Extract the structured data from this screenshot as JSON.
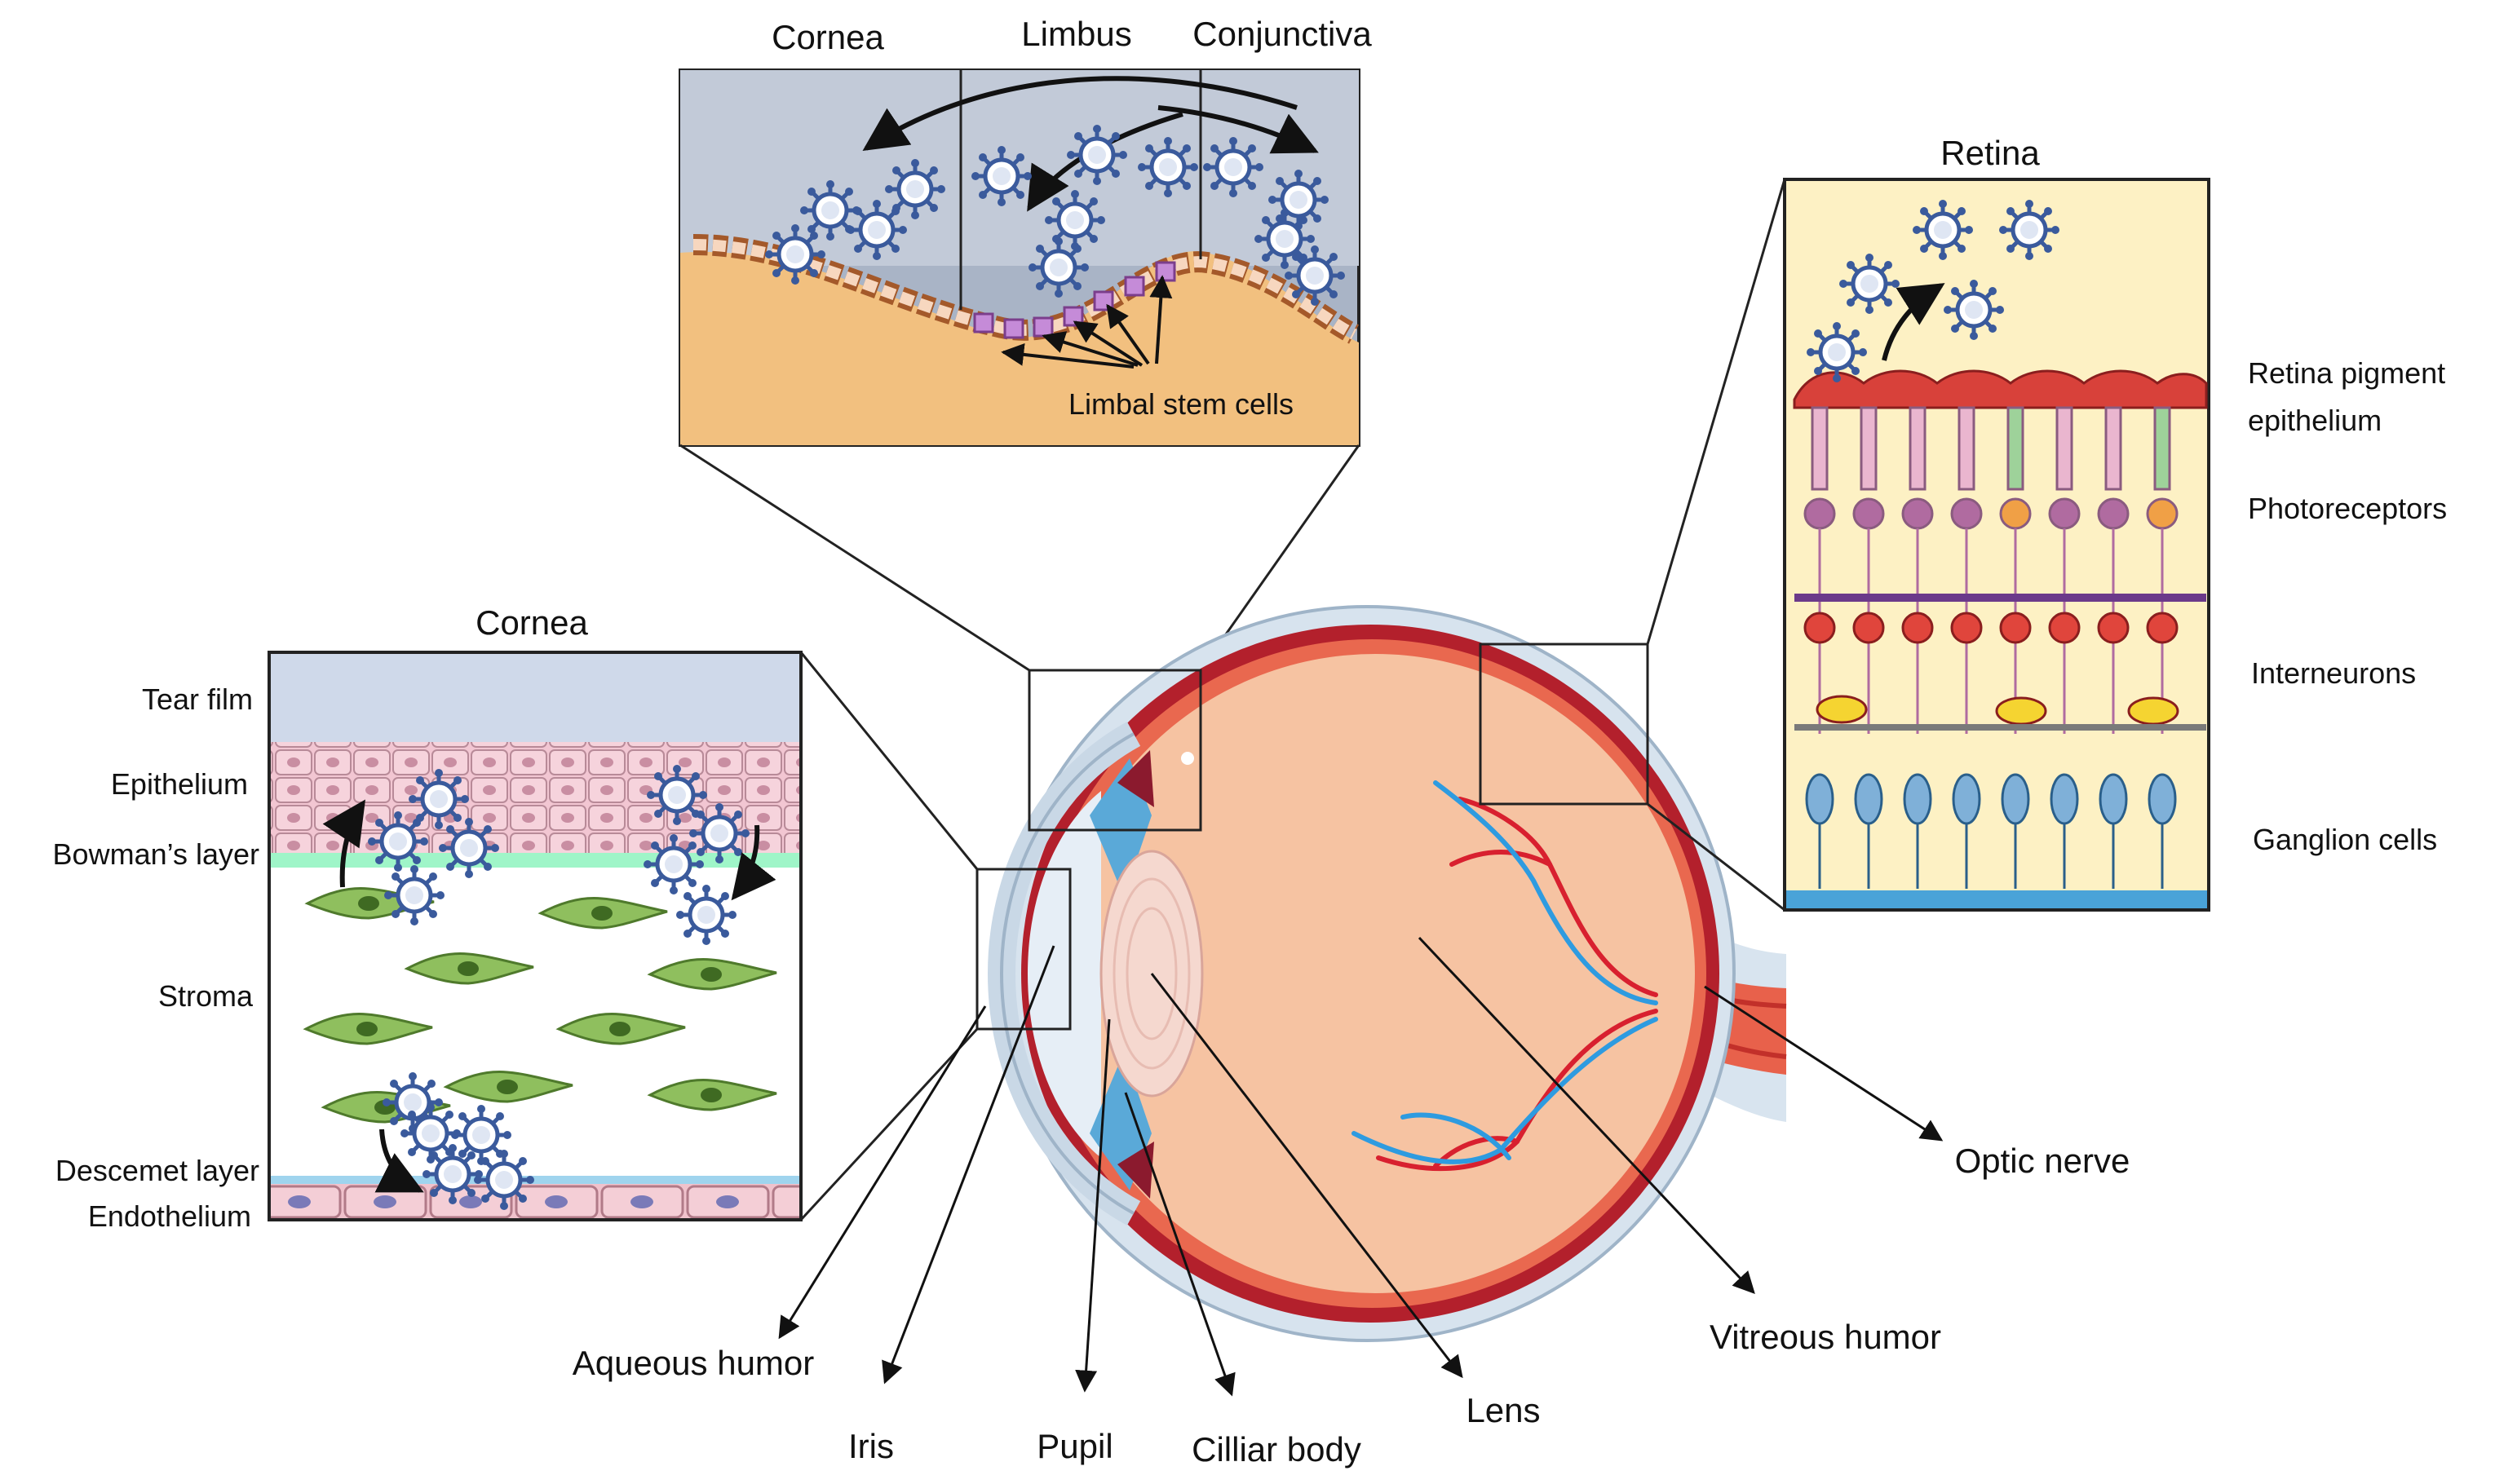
{
  "colors": {
    "tear_film": "#cfd9ea",
    "epithelium": "#f2c6d2",
    "bowman": "#9ff5c8",
    "stroma_cell": "#8fbf5e",
    "endothelium": "#f0c2cc",
    "virus": "#3a5a9c",
    "limbus_bg": "#a9b4c6",
    "tissue_orange": "#f2c07f",
    "retina_bg": "#fdf1c4",
    "vitreous": "#f6c3a2",
    "sclera": "#b7c9dc",
    "vessel_red": "#d8202f",
    "vessel_blue": "#2e9be0"
  },
  "panels": {
    "limbus": {
      "titles": [
        "Cornea",
        "Limbus",
        "Conjunctiva"
      ],
      "stem_label": "Limbal stem cells"
    },
    "cornea": {
      "title": "Cornea",
      "layers": [
        "Tear film",
        "Epithelium",
        "Bowman’s layer",
        "Stroma",
        "Descemet layer",
        "Endothelium"
      ]
    },
    "retina": {
      "title": "Retina",
      "layers": [
        "Retina pigment",
        "epithelium",
        "Photoreceptors",
        "Interneurons",
        "Ganglion cells"
      ]
    }
  },
  "eye": {
    "labels": {
      "aqueous_humor": "Aqueous humor",
      "iris": "Iris",
      "pupil": "Pupil",
      "ciliary_body": "Cilliar body",
      "lens": "Lens",
      "vitreous_humor": "Vitreous humor",
      "optic_nerve": "Optic nerve"
    }
  }
}
